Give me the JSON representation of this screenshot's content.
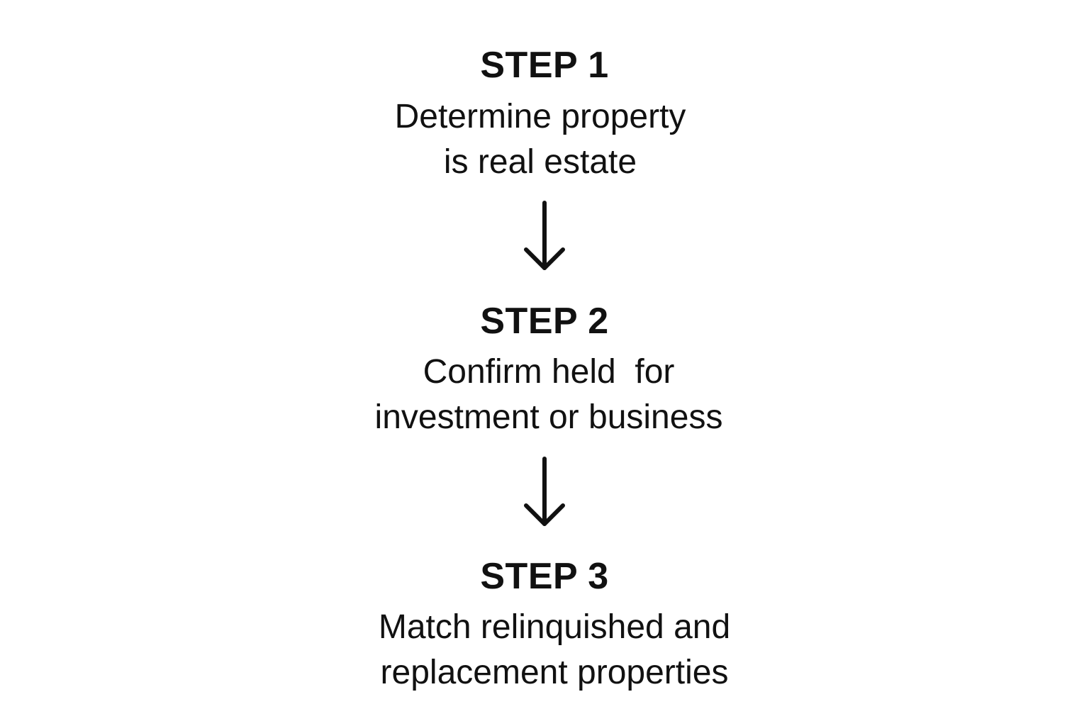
{
  "steps": [
    {
      "title": "STEP 1",
      "lines": [
        "Determine property",
        "is real estate"
      ]
    },
    {
      "title": "STEP 2",
      "lines": [
        "Confirm held  for",
        "investment or business"
      ]
    },
    {
      "title": "STEP 3",
      "lines": [
        "Match relinquished and",
        "replacement properties"
      ]
    }
  ],
  "icons": {
    "arrow": "arrow-down-icon"
  },
  "colors": {
    "text": "#111111",
    "background": "#ffffff"
  }
}
